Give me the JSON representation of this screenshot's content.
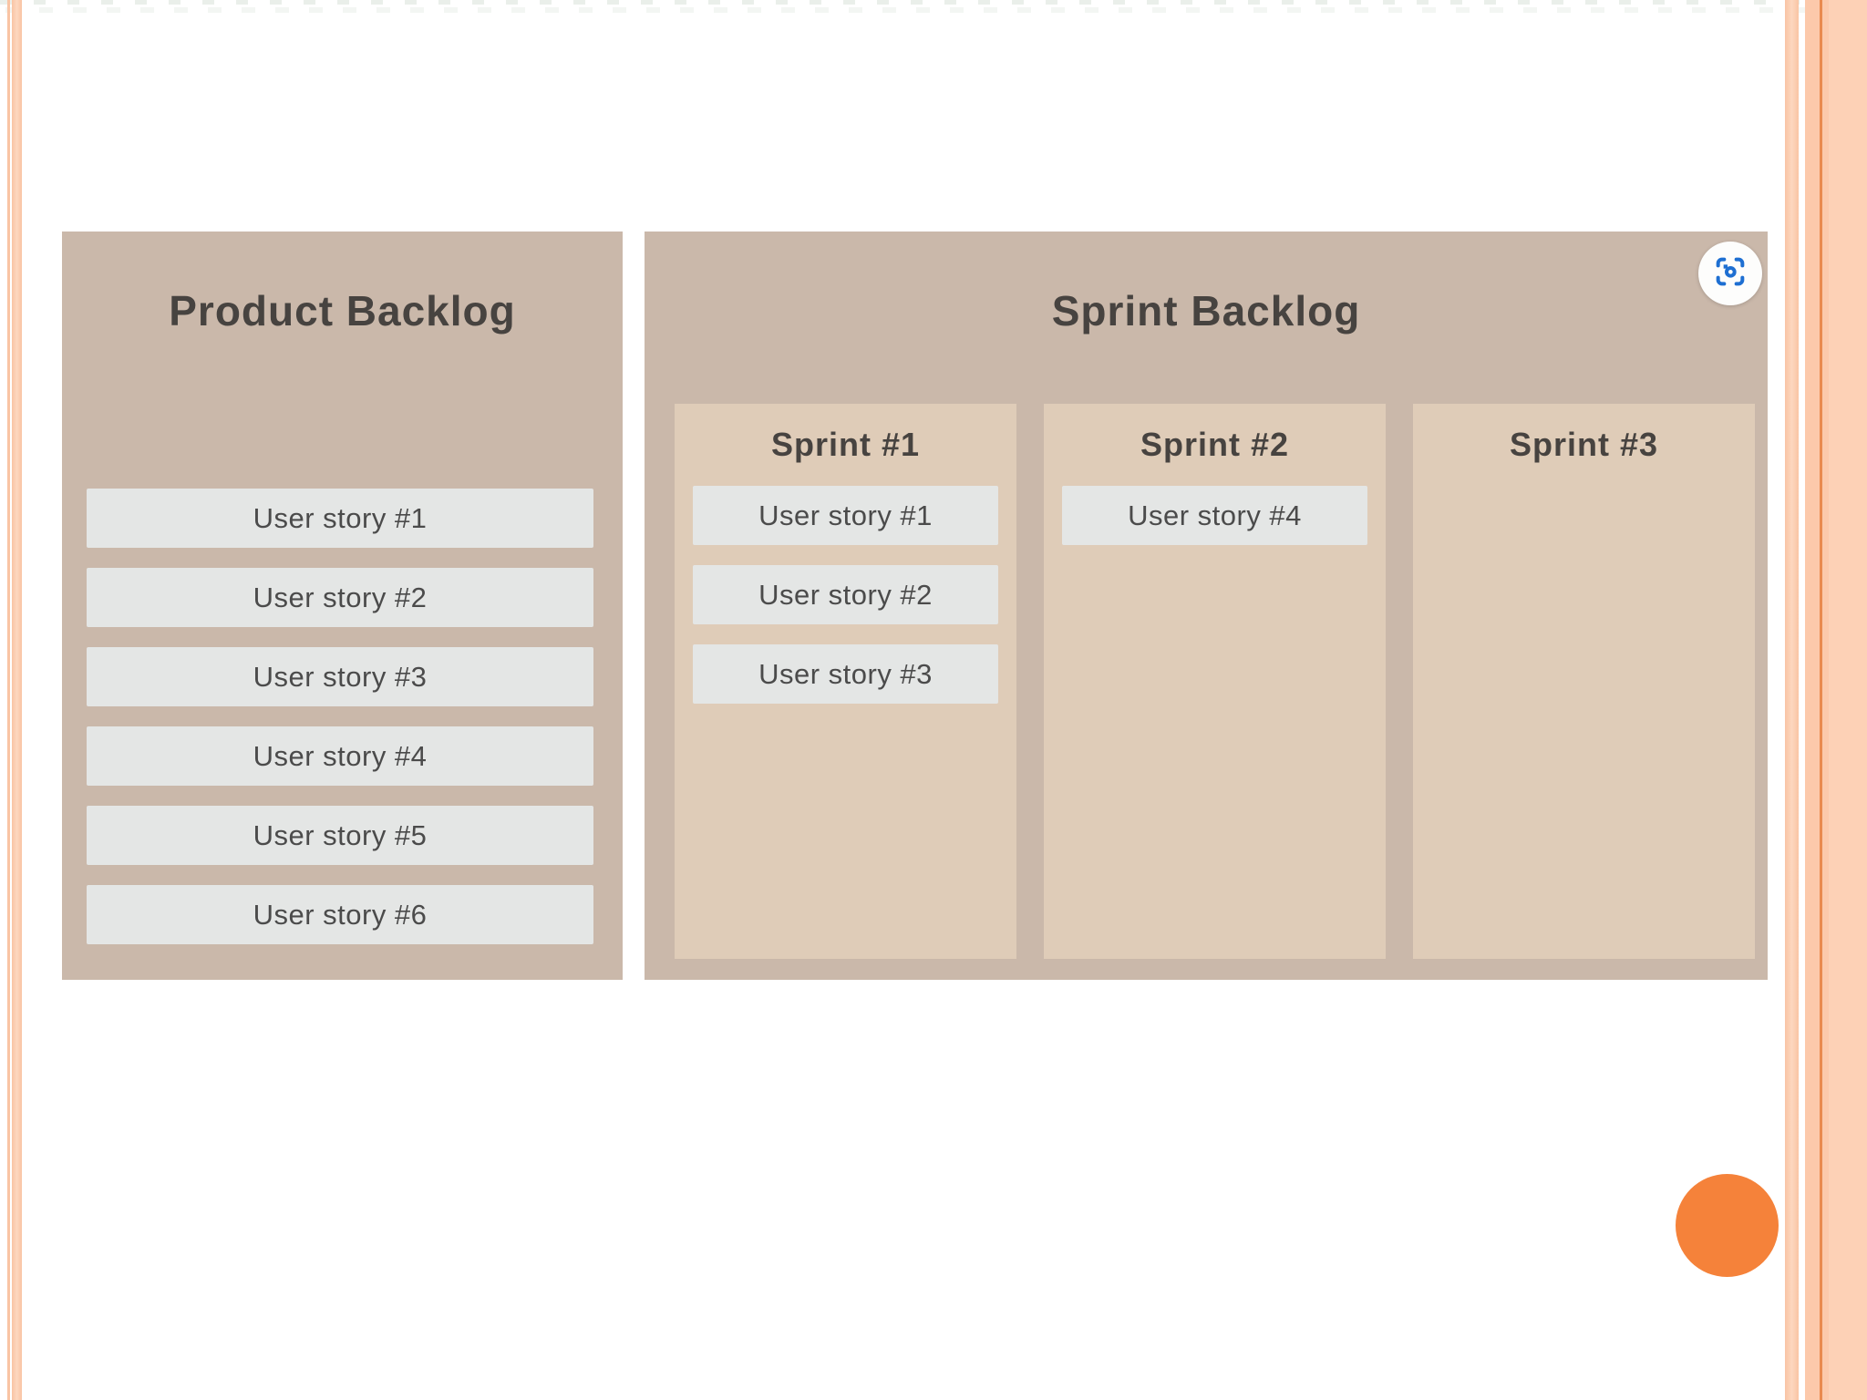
{
  "colors": {
    "panel": "#cab8aa",
    "column": "#dfccb8",
    "card": "#e4e6e5",
    "title-text": "#474340",
    "card-text": "#4b4b4b",
    "stripe": "#f9c4a4",
    "stripe-light": "#fdd7bf",
    "band": "#fcc9ab",
    "band-line": "#e98a4f",
    "accent-circle": "#f5823a",
    "icon-blue": "#1e6fd2"
  },
  "product_backlog": {
    "title": "Product Backlog",
    "items": [
      "User story #1",
      "User story #2",
      "User story #3",
      "User story #4",
      "User story #5",
      "User story #6"
    ]
  },
  "sprint_backlog": {
    "title": "Sprint Backlog",
    "columns": [
      {
        "title": "Sprint #1",
        "items": [
          "User story #1",
          "User story #2",
          "User story #3"
        ]
      },
      {
        "title": "Sprint #2",
        "items": [
          "User story #4"
        ]
      },
      {
        "title": "Sprint #3",
        "items": []
      }
    ]
  },
  "overlay": {
    "screenshot_button_icon": "screenshot-focus-icon"
  }
}
